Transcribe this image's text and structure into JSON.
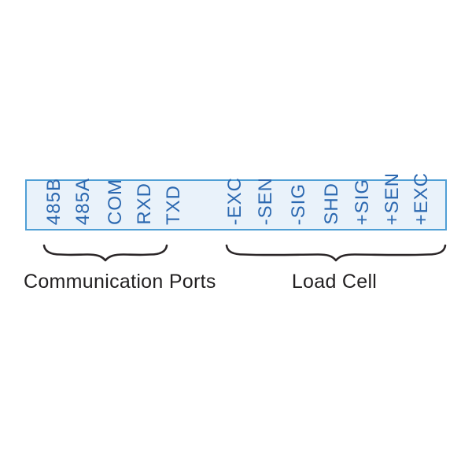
{
  "terminal_block": {
    "groups": [
      {
        "label": "Communication Ports",
        "terminals": [
          "485B",
          "485A",
          "COM",
          "RXD",
          "TXD"
        ]
      },
      {
        "label": "Load Cell",
        "terminals": [
          "-EXC",
          "-SEN",
          "-SIG",
          "SHD",
          "+SIG",
          "+SEN",
          "+EXC"
        ]
      }
    ]
  },
  "colors": {
    "terminal_text": "#2b68b0",
    "box_border": "#4f9fd5",
    "box_background": "#e9f2fa",
    "brace_stroke": "#2b2628",
    "caption_text": "#222021",
    "page_background": "#ffffff"
  }
}
